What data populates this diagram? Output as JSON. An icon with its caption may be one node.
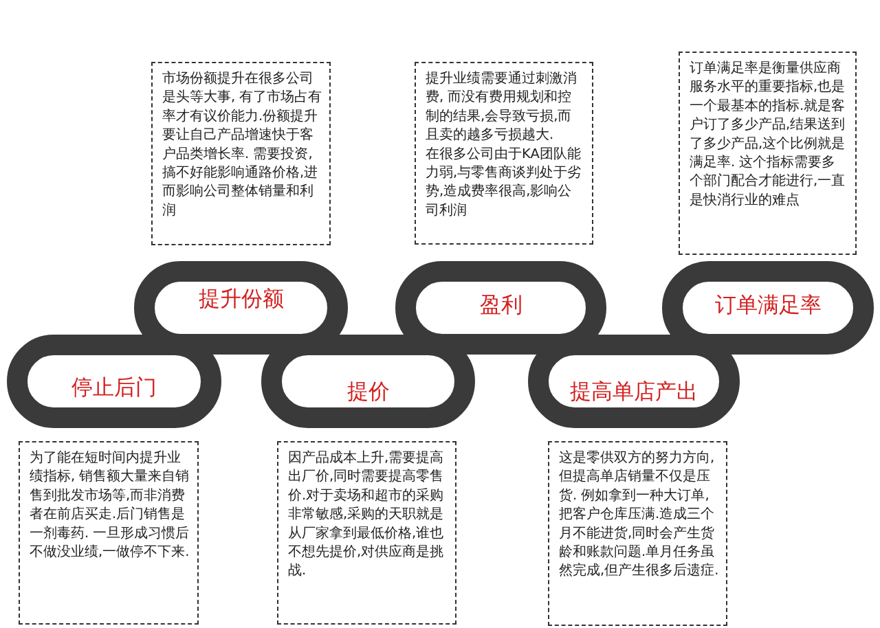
{
  "diagram": {
    "nodes": [
      {
        "text": [
          "市场份额提升在很多公司是头等大事, 有了市场占有率才有议价能力.份额提升要让自己产品增速快于客户品类增长率. 需要投资,搞不好能影响通路价格,进而影响公司整体销量和利润"
        ]
      },
      {
        "text": [
          "提升业绩需要通过刺激消费, 而没有费用规划和控制的结果,会导致亏损,而且卖的越多亏损越大.",
          "在很多公司由于KA团队能力弱,与零售商谈判处于劣势,造成费率很高,影响公司利润"
        ]
      },
      {
        "text": [
          "订单满足率是衡量供应商服务水平的重要指标,也是一个最基本的指标.就是客户订了多少产品,结果送到了多少产品,这个比例就是满足率. 这个指标需要多个部门配合才能进行,一直是快消行业的难点"
        ]
      },
      {
        "text": [
          "提升份额"
        ]
      },
      {
        "text": [
          "盈利"
        ]
      },
      {
        "text": [
          "订单满足率"
        ]
      },
      {
        "text": [
          "停止后门"
        ]
      },
      {
        "text": [
          "提价"
        ]
      },
      {
        "text": [
          "提高单店产出"
        ]
      },
      {
        "text": [
          "为了能在短时间内提升业绩指标, 销售额大量来自销售到批发市场等,而非消费者在前店买走.后门销售是一剂毒药. 一旦形成习惯后不做没业绩,一做停不下来."
        ]
      },
      {
        "text": [
          "因产品成本上升,需要提高出厂价,同时需要提高零售价.对于卖场和超市的采购非常敏感,采购的天职就是从厂家拿到最低价格,谁也不想先提价,对供应商是挑战."
        ]
      },
      {
        "text": [
          "这是零供双方的努力方向,但提高单店销量不仅是压货. 例如拿到一种大订单,把客户仓库压满.造成三个月不能进货,同时会产生货龄和账款问题.单月任务虽然完成,但产生很多后遗症."
        ]
      }
    ]
  }
}
